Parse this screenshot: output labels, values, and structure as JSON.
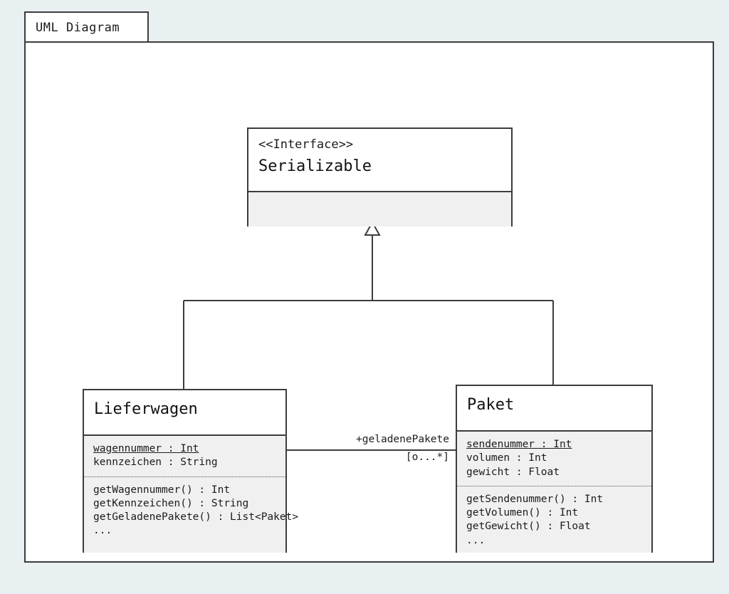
{
  "frame": {
    "tab_label": "UML Diagram"
  },
  "diagram": {
    "type": "uml-class-diagram",
    "interface": {
      "stereotype": "<<Interface>>",
      "name": "Serializable",
      "attributes": [],
      "operations": []
    },
    "classes": [
      {
        "name": "Lieferwagen",
        "attributes": [
          {
            "text": "wagennummer : Int",
            "underlined": true
          },
          {
            "text": "kennzeichen : String",
            "underlined": false
          }
        ],
        "operations": [
          {
            "text": "getWagennummer() : Int"
          },
          {
            "text": "getKennzeichen() : String"
          },
          {
            "text": "getGeladenePakete() : List<Paket>"
          },
          {
            "text": "..."
          }
        ]
      },
      {
        "name": "Paket",
        "attributes": [
          {
            "text": "sendenummer : Int",
            "underlined": true
          },
          {
            "text": "volumen : Int",
            "underlined": false
          },
          {
            "text": "gewicht : Float",
            "underlined": false
          }
        ],
        "operations": [
          {
            "text": "getSendenummer() : Int"
          },
          {
            "text": "getVolumen() : Int"
          },
          {
            "text": "getGewicht() : Float"
          },
          {
            "text": "..."
          }
        ]
      }
    ],
    "relationships": [
      {
        "kind": "realization",
        "source": "Lieferwagen",
        "target": "Serializable",
        "arrowhead": "hollow-triangle"
      },
      {
        "kind": "realization",
        "source": "Paket",
        "target": "Serializable",
        "arrowhead": "hollow-triangle"
      },
      {
        "kind": "association",
        "source": "Lieferwagen",
        "target": "Paket",
        "role_label": "+geladenePakete",
        "multiplicity": "[o...*]"
      }
    ]
  },
  "colors": {
    "page_background": "#e9f0f2",
    "canvas": "#ffffff",
    "line": "#3c3c3c",
    "compartment_fill": "#f0f0f0",
    "text": "#1b1b1b"
  }
}
